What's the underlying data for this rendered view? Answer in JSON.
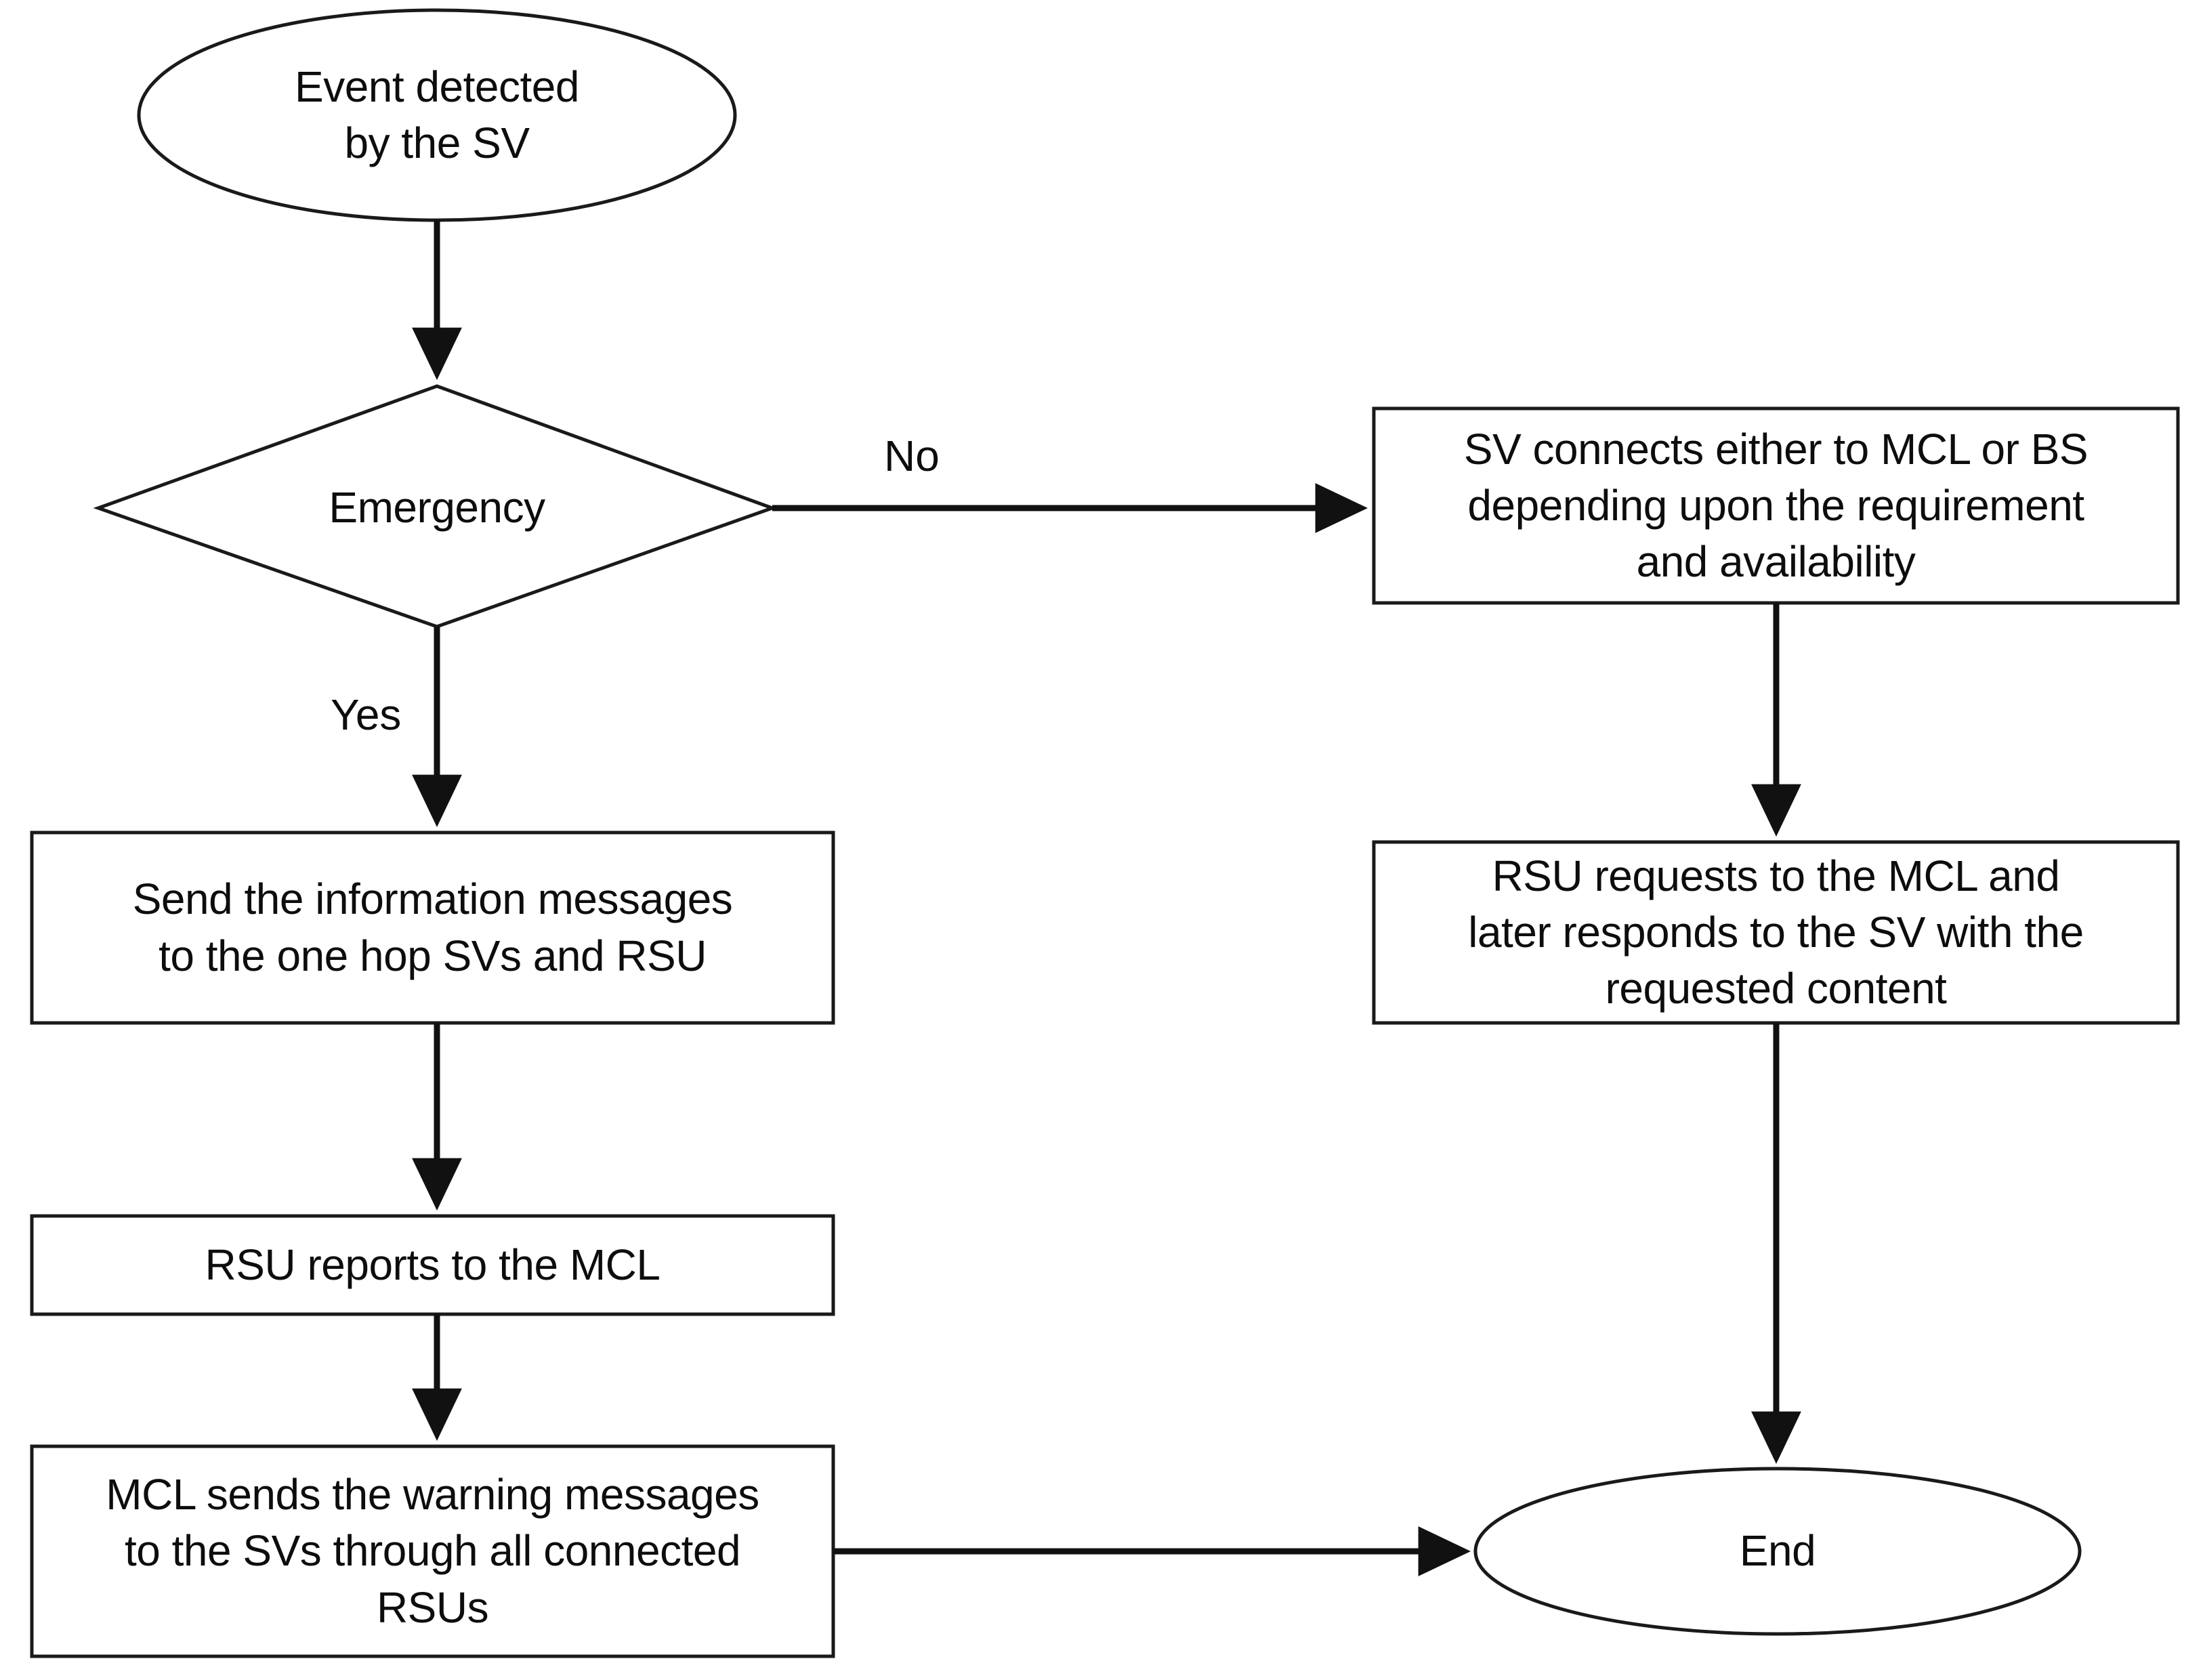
{
  "diagram": {
    "type": "flowchart",
    "orientation": "top-to-bottom",
    "nodes": [
      {
        "id": "start",
        "shape": "ellipse",
        "label": "Event detected\nby the SV"
      },
      {
        "id": "emergency",
        "shape": "diamond",
        "label": "Emergency"
      },
      {
        "id": "sv-connects",
        "shape": "rectangle",
        "label": "SV connects either to MCL or BS\ndepending upon the requirement\nand availability"
      },
      {
        "id": "send-info",
        "shape": "rectangle",
        "label": "Send the information messages\nto the one hop SVs and RSU"
      },
      {
        "id": "rsu-requests",
        "shape": "rectangle",
        "label": "RSU requests to the MCL and\nlater responds to the SV with the\nrequested content"
      },
      {
        "id": "rsu-reports",
        "shape": "rectangle",
        "label": "RSU reports to the MCL"
      },
      {
        "id": "mcl-sends",
        "shape": "rectangle",
        "label": "MCL sends the warning messages\nto the SVs through all connected\nRSUs"
      },
      {
        "id": "end",
        "shape": "ellipse",
        "label": "End"
      }
    ],
    "edges": [
      {
        "id": "start-to-emergency",
        "from": "start",
        "to": "emergency",
        "label": ""
      },
      {
        "id": "emergency-no",
        "from": "emergency",
        "to": "sv-connects",
        "label": "No"
      },
      {
        "id": "emergency-yes",
        "from": "emergency",
        "to": "send-info",
        "label": "Yes"
      },
      {
        "id": "svconnects-to-rsurequests",
        "from": "sv-connects",
        "to": "rsu-requests",
        "label": ""
      },
      {
        "id": "sendinfo-to-rsureports",
        "from": "send-info",
        "to": "rsu-reports",
        "label": ""
      },
      {
        "id": "rsureports-to-mclsends",
        "from": "rsu-reports",
        "to": "mcl-sends",
        "label": ""
      },
      {
        "id": "rsurequests-to-end",
        "from": "rsu-requests",
        "to": "end",
        "label": ""
      },
      {
        "id": "mclsends-to-end",
        "from": "mcl-sends",
        "to": "end",
        "label": ""
      }
    ],
    "colors": {
      "stroke": "#1a1a1a",
      "fill": "#ffffff",
      "text": "#0d0d0d"
    }
  }
}
